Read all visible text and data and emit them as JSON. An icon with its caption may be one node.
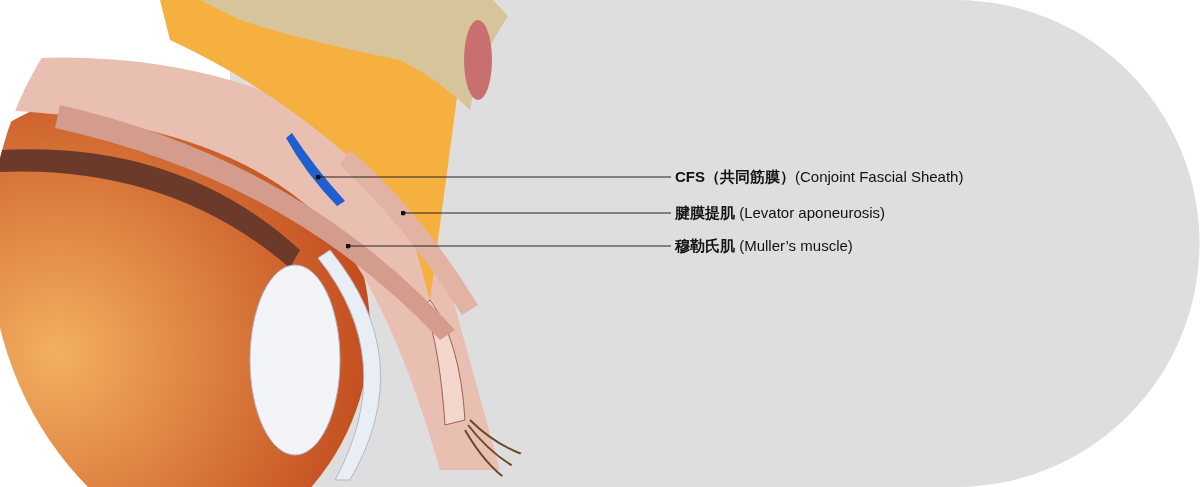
{
  "diagram": {
    "nodes": [
      {
        "text": [
          "**CFS（共同筋膜）**(Conjoint Fascial Sheath)"
        ]
      },
      {
        "text": [
          "**腱膜提肌** (Levator aponeurosis)"
        ]
      },
      {
        "text": [
          "**穆勒氏肌** (Muller’s muscle)"
        ]
      },
      {
        "text": [],
        "shape": "band"
      },
      {
        "text": [],
        "shape": "band"
      },
      {
        "text": [],
        "shape": "band"
      }
    ],
    "edges": [
      {
        "from": 0,
        "to": 3,
        "arrow": "other"
      },
      {
        "from": 1,
        "to": 4,
        "arrow": "other"
      },
      {
        "from": 2,
        "to": 5,
        "arrow": "other"
      }
    ]
  }
}
